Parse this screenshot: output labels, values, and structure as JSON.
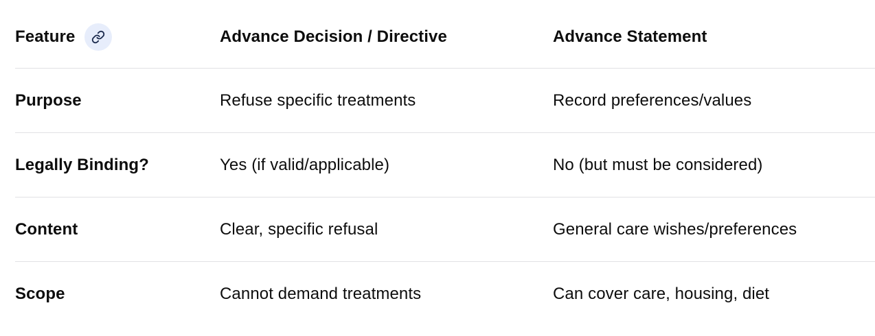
{
  "table": {
    "header": {
      "feature_label": "Feature",
      "decision_label": "Advance Decision / Directive",
      "statement_label": "Advance Statement"
    },
    "rows": [
      {
        "feature": "Purpose",
        "decision": "Refuse specific treatments",
        "statement": "Record preferences/values"
      },
      {
        "feature": "Legally Binding?",
        "decision": "Yes (if valid/applicable)",
        "statement": "No (but must be considered)"
      },
      {
        "feature": "Content",
        "decision": "Clear, specific refusal",
        "statement": "General care wishes/preferences"
      },
      {
        "feature": "Scope",
        "decision": "Cannot demand treatments",
        "statement": "Can cover care, housing, diet"
      }
    ]
  },
  "icons": {
    "feature_anchor": "link-icon"
  },
  "colors": {
    "text": "#0d0d0d",
    "divider": "#e1e1e4",
    "icon_circle_bg": "#e7edfb",
    "icon_stroke": "#1c2b4e"
  }
}
